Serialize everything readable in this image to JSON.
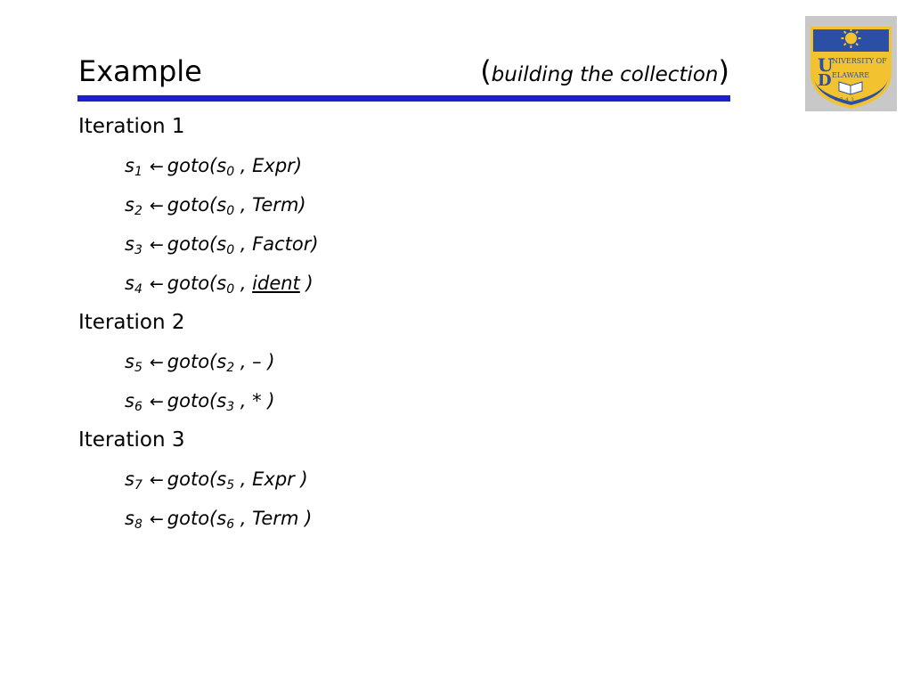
{
  "header": {
    "title": "Example",
    "paren_open": "(",
    "subtitle": "building the collection",
    "paren_close": ")"
  },
  "logo": {
    "name": "University of Delaware seal",
    "text_main": "UNIVERSITY OF DELAWARE",
    "text_year": "1743",
    "bg_color": "#c8c8c8",
    "shield_color": "#2a4fa5",
    "gold_color": "#f2c230"
  },
  "arrow_glyph": "←",
  "iterations": [
    {
      "heading": "Iteration 1",
      "lines": [
        {
          "target": "s",
          "target_sub": "1",
          "func": "goto(s",
          "src_sub": "0",
          "sep": " , ",
          "symbol": "Expr",
          "close": ")"
        },
        {
          "target": "s",
          "target_sub": "2",
          "func": "goto(s",
          "src_sub": "0",
          "sep": " , ",
          "symbol": "Term",
          "close": ")"
        },
        {
          "target": "s",
          "target_sub": "3",
          "func": "goto(s",
          "src_sub": "0",
          "sep": " , ",
          "symbol": "Factor",
          "close": ")"
        },
        {
          "target": "s",
          "target_sub": "4",
          "func": "goto(s",
          "src_sub": "0",
          "sep": " , ",
          "symbol": "ident",
          "close": " )"
        }
      ]
    },
    {
      "heading": "Iteration 2",
      "lines": [
        {
          "target": "s",
          "target_sub": "5",
          "func": "goto(s",
          "src_sub": "2",
          "sep": " , ",
          "symbol": "–",
          "close": " )"
        },
        {
          "target": "s",
          "target_sub": "6",
          "func": "goto(s",
          "src_sub": "3",
          "sep": " , ",
          "symbol": "*",
          "close": " )"
        }
      ]
    },
    {
      "heading": "Iteration 3",
      "lines": [
        {
          "target": "s",
          "target_sub": "7",
          "func": "goto(s",
          "src_sub": "5",
          "sep": " , ",
          "symbol": "Expr",
          "close": " )"
        },
        {
          "target": "s",
          "target_sub": "8",
          "func": "goto(s",
          "src_sub": "6",
          "sep": " , ",
          "symbol": "Term",
          "close": " )"
        }
      ]
    }
  ]
}
